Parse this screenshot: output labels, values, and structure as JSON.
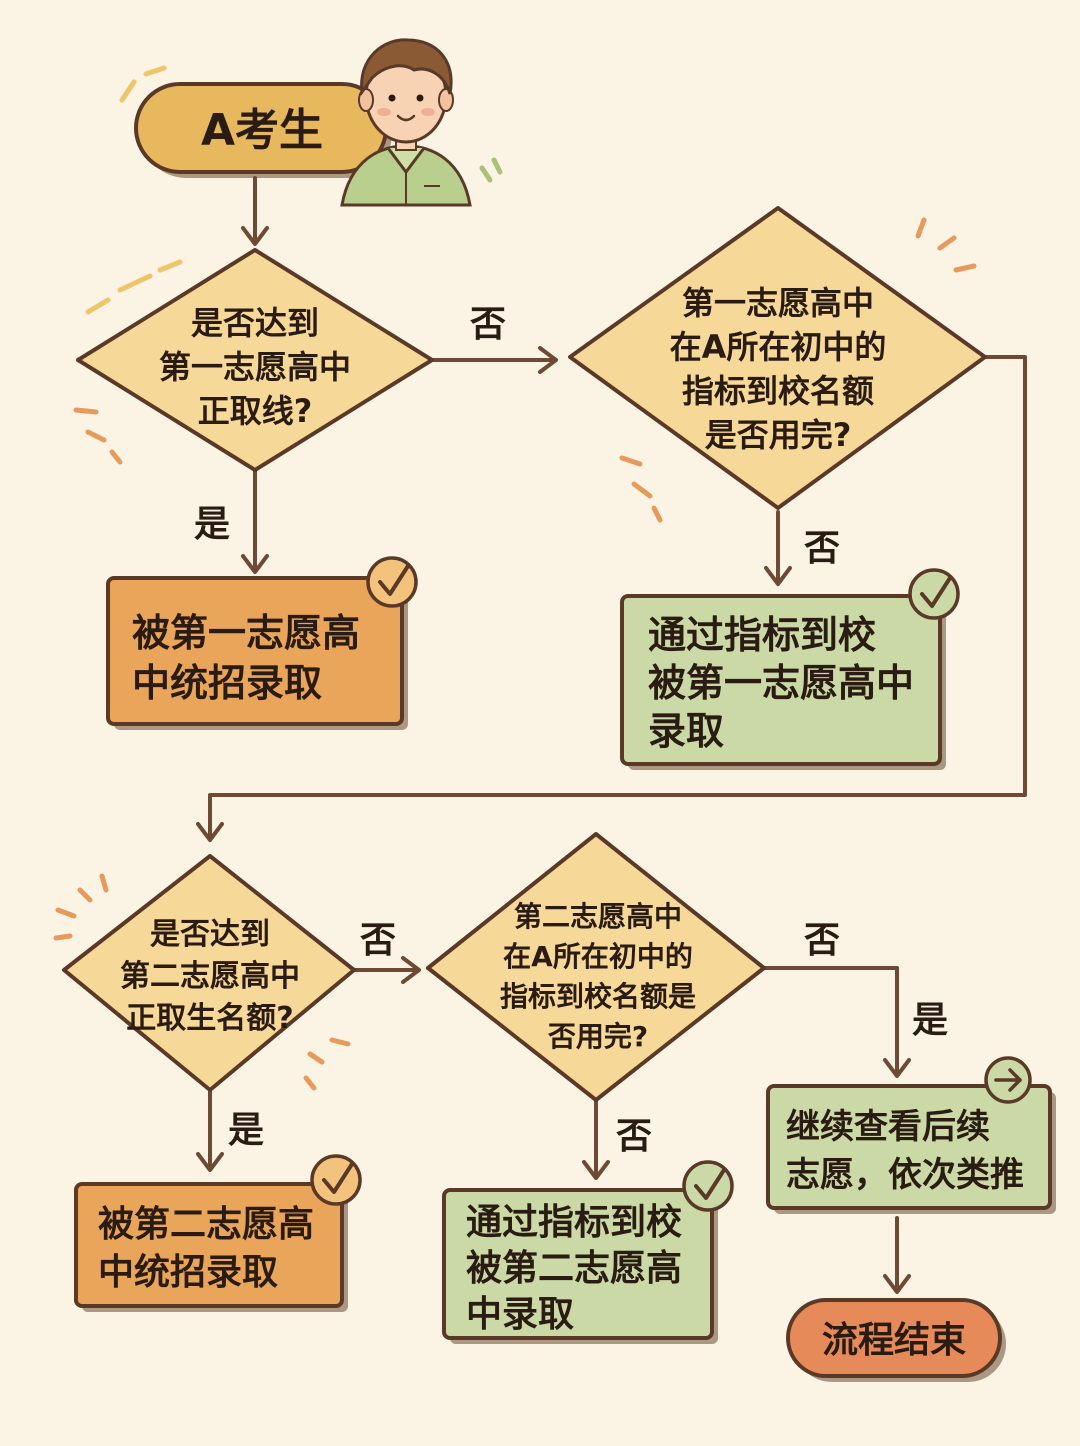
{
  "colors": {
    "background": "#fbf3e4",
    "decision_fill": "#f6d899",
    "orange_fill": "#e9a55a",
    "green_fill": "#cad9a6",
    "start_fill": "#e8b85e",
    "end_fill": "#e58a58",
    "check_fill": "#f3c27d",
    "stroke": "#5a3a26",
    "deco_orange": "#e79a5c",
    "deco_yellow": "#efc56a"
  },
  "start": {
    "label": "A考生"
  },
  "end": {
    "label": "流程结束"
  },
  "decisions": [
    {
      "id": "d1",
      "lines": [
        "是否达到",
        "第一志愿高中",
        "正取线?"
      ]
    },
    {
      "id": "d2",
      "lines": [
        "第一志愿高中",
        "在A所在初中的",
        "指标到校名额",
        "是否用完?"
      ]
    },
    {
      "id": "d3",
      "lines": [
        "是否达到",
        "第二志愿高中",
        "正取生名额?"
      ]
    },
    {
      "id": "d4",
      "lines": [
        "第二志愿高中",
        "在A所在初中的",
        "指标到校名额是",
        "否用完?"
      ]
    }
  ],
  "results": [
    {
      "id": "r1",
      "lines": [
        "被第一志愿高",
        "中统招录取"
      ],
      "icon": "check-icon"
    },
    {
      "id": "r2",
      "lines": [
        "通过指标到校",
        "被第一志愿高中",
        "录取"
      ],
      "icon": "check-icon"
    },
    {
      "id": "r3",
      "lines": [
        "被第二志愿高",
        "中统招录取"
      ],
      "icon": "check-icon"
    },
    {
      "id": "r4",
      "lines": [
        "通过指标到校",
        "被第二志愿高",
        "中录取"
      ],
      "icon": "check-icon"
    },
    {
      "id": "r5",
      "lines": [
        "继续查看后续",
        "志愿，依次类推"
      ],
      "icon": "arrow-right-icon"
    }
  ],
  "edge_labels": {
    "d1_no": "否",
    "d1_yes": "是",
    "d2_no": "否",
    "d3_no": "否",
    "d3_yes": "是",
    "d4_no_label_a": "否",
    "d4_yes": "是",
    "d4_no_label_b": "否"
  },
  "icons": {
    "student": "student-avatar-icon"
  }
}
